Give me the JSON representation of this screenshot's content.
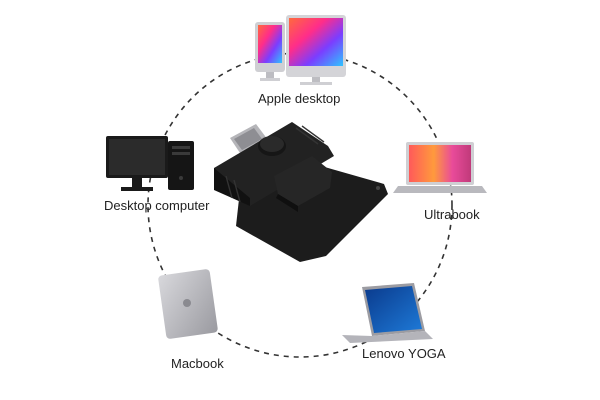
{
  "devices": [
    {
      "id": "apple-desktop",
      "label": "Apple desktop"
    },
    {
      "id": "desktop-computer",
      "label": "Desktop computer"
    },
    {
      "id": "ultrabook",
      "label": "Ultrabook"
    },
    {
      "id": "lenovo-yoga",
      "label": "Lenovo YOGA"
    },
    {
      "id": "macbook",
      "label": "Macbook"
    }
  ],
  "center_device": {
    "name": "usb-card-reader-icon"
  },
  "colors": {
    "background": "#ffffff",
    "dashed_circle": "#333333",
    "reader_body": "#1c1c1c",
    "label_text": "#222222"
  }
}
